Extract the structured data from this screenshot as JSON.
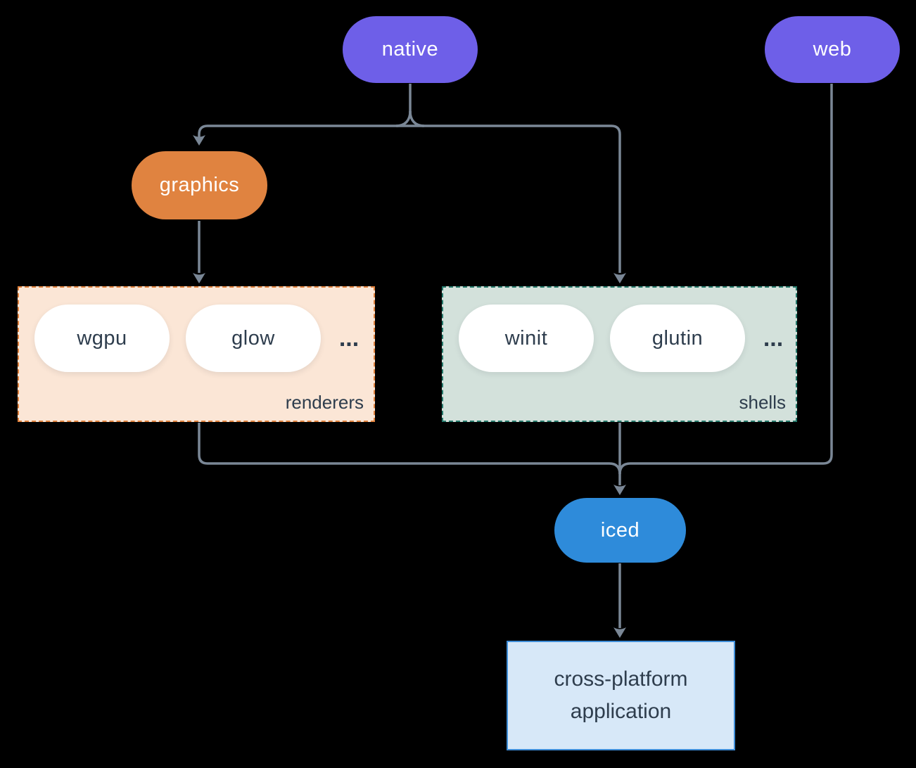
{
  "diagram": {
    "nodes": {
      "native": "native",
      "web": "web",
      "graphics": "graphics",
      "iced": "iced"
    },
    "renderers": {
      "label": "renderers",
      "pills": [
        "wgpu",
        "glow"
      ],
      "ellipsis": "..."
    },
    "shells": {
      "label": "shells",
      "pills": [
        "winit",
        "glutin"
      ],
      "ellipsis": "..."
    },
    "app": {
      "line1": "cross-platform",
      "line2": "application"
    },
    "colors": {
      "platform": "#6e5fe8",
      "graphics": "#e08340",
      "iced": "#2e8bda",
      "connector": "#7a8796",
      "renderers_bg": "#fbe6d6",
      "renderers_border": "#e0813c",
      "shells_bg": "#d3e1db",
      "shells_border": "#26796b",
      "app_bg": "#d7e8f8",
      "app_border": "#3f8ed8",
      "dark_text": "#2e3d4d"
    }
  }
}
